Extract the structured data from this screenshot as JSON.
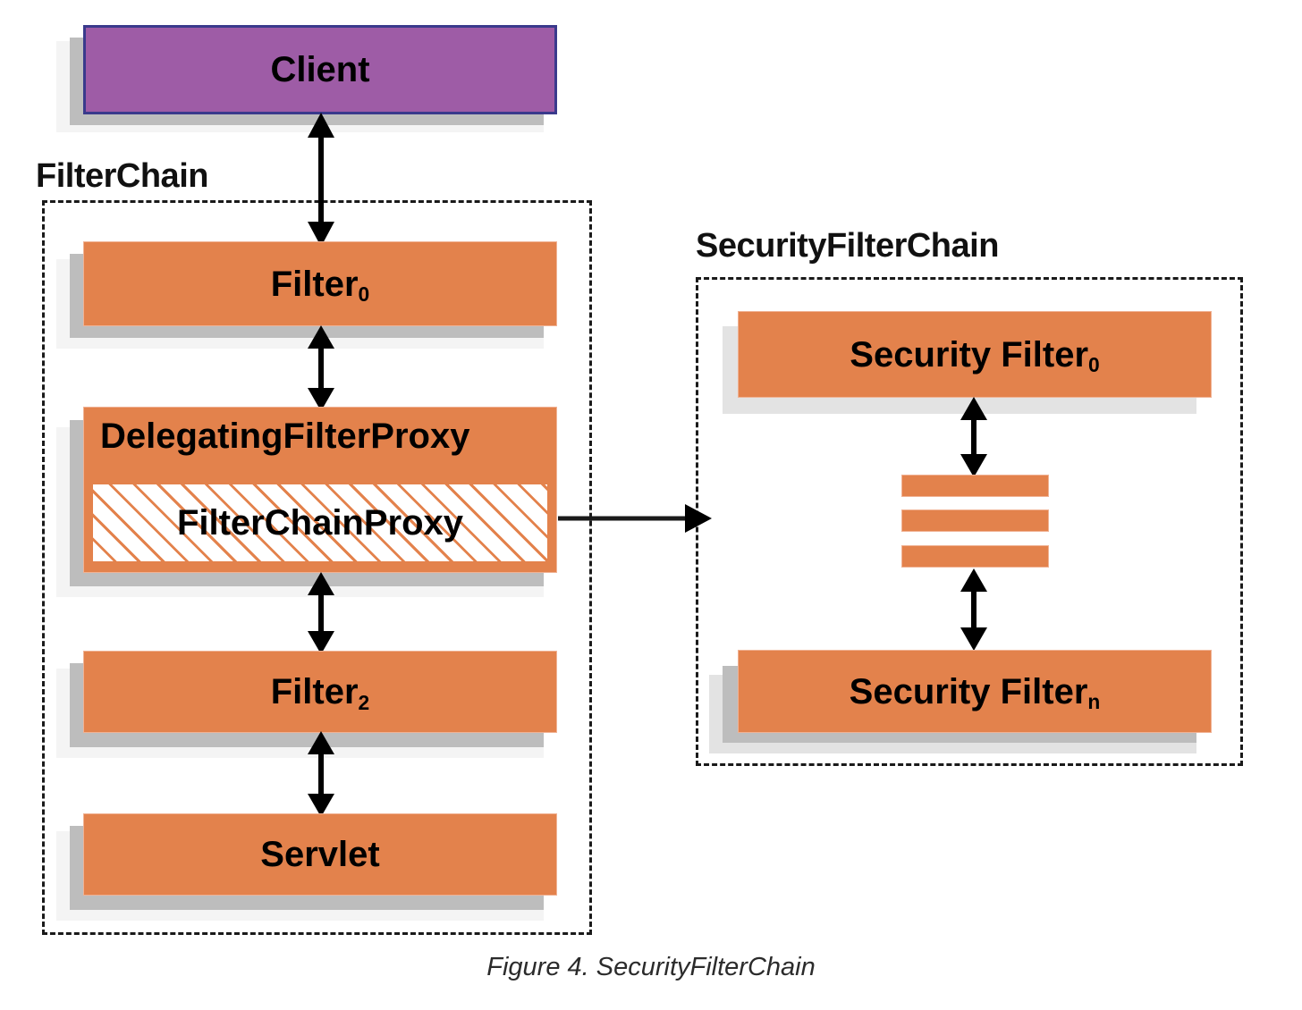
{
  "figure": {
    "caption": "Figure 4. SecurityFilterChain",
    "colors": {
      "orange": "#e3824c",
      "orange_border": "#f0b294",
      "purple": "#9e5ca6",
      "purple_border": "#3a3a8c",
      "shadow_mid": "#bdbdbd",
      "shadow_light": "#f4f4f4",
      "shadow_gray": "#e3e3e3",
      "dashed_border": "#1a1a1a",
      "text": "#000000",
      "caption_text": "#2b2b2b"
    }
  },
  "groups": {
    "filter_chain": {
      "label": "FilterChain"
    },
    "security_filter_chain": {
      "label": "SecurityFilterChain"
    }
  },
  "nodes": {
    "client": {
      "label": "Client"
    },
    "filter0": {
      "label": "Filter",
      "sub": "0"
    },
    "delegating_filter_proxy": {
      "label": "DelegatingFilterProxy"
    },
    "filter_chain_proxy": {
      "label": "FilterChainProxy"
    },
    "filter2": {
      "label": "Filter",
      "sub": "2"
    },
    "servlet": {
      "label": "Servlet"
    },
    "security_filter0": {
      "label": "Security Filter",
      "sub": "0"
    },
    "security_filtern": {
      "label": "Security Filter",
      "sub": "n"
    }
  },
  "ellipsis": {
    "bar_count": 3,
    "meaning": "additional security filters"
  },
  "connections": [
    {
      "from": "client",
      "to": "filter0",
      "type": "double-arrow",
      "orientation": "vertical"
    },
    {
      "from": "filter0",
      "to": "delegating_filter_proxy",
      "type": "double-arrow",
      "orientation": "vertical"
    },
    {
      "from": "delegating_filter_proxy",
      "to": "filter2",
      "type": "double-arrow",
      "orientation": "vertical"
    },
    {
      "from": "filter2",
      "to": "servlet",
      "type": "double-arrow",
      "orientation": "vertical"
    },
    {
      "from": "filter_chain_proxy",
      "to": "security_filter_chain",
      "type": "single-arrow",
      "orientation": "horizontal"
    },
    {
      "from": "security_filter0",
      "to": "ellipsis",
      "type": "double-arrow",
      "orientation": "vertical"
    },
    {
      "from": "ellipsis",
      "to": "security_filtern",
      "type": "double-arrow",
      "orientation": "vertical"
    }
  ]
}
